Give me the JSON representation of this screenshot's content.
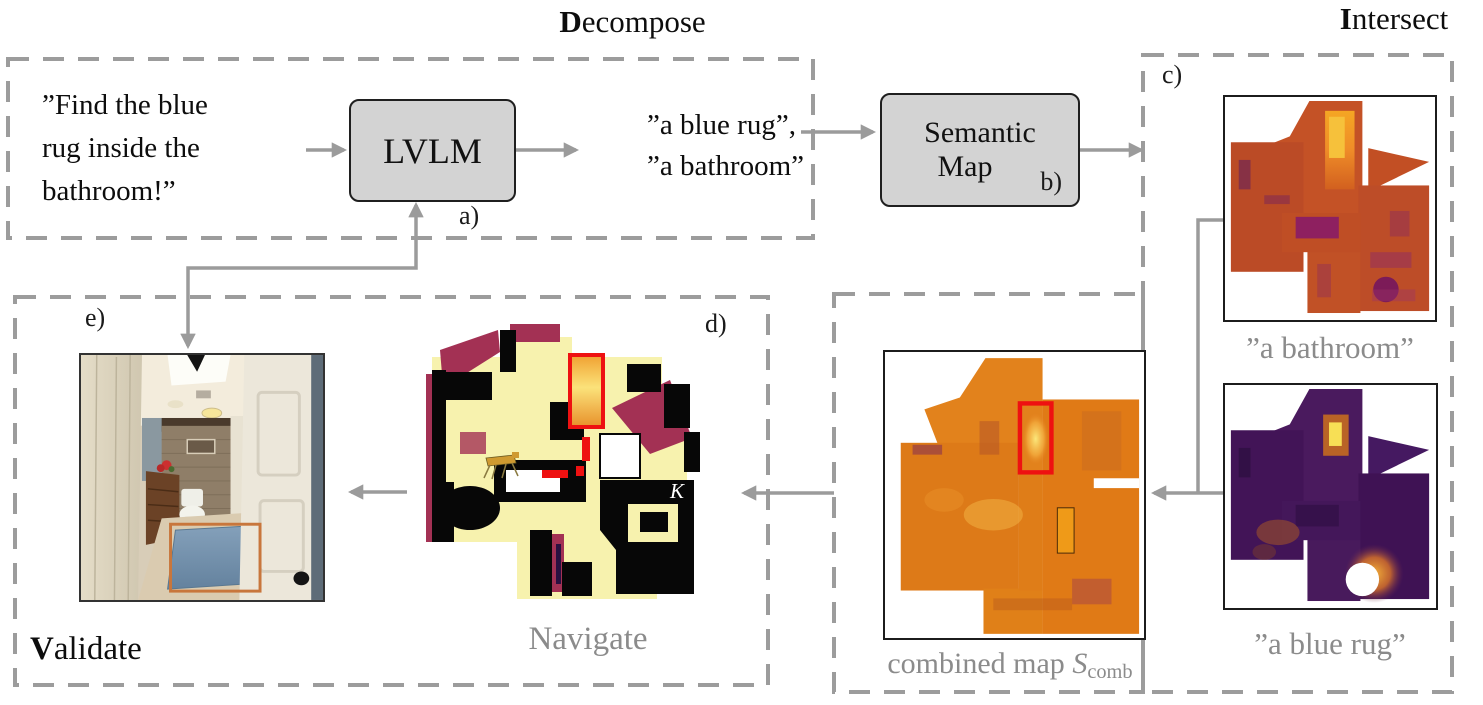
{
  "titles": {
    "decompose": {
      "lead": "D",
      "rest": "ecompose"
    },
    "intersect": {
      "lead": "I",
      "rest": "ntersect"
    },
    "validate": {
      "lead": "V",
      "rest": "alidate"
    }
  },
  "decompose": {
    "instruction": {
      "line1": "”Find the blue",
      "line2": "rug inside the",
      "line3": "bathroom!”"
    },
    "lvlm_box_label": "LVLM",
    "step_label": "a)",
    "output": {
      "line1": "”a blue rug”,",
      "line2": "”a bathroom”"
    }
  },
  "semantic_map_box": {
    "line1": "Semantic",
    "line2": "Map",
    "step_label": "b)"
  },
  "intersect_panel": {
    "step_label": "c)",
    "bathroom_map_caption": "”a bathroom”",
    "bluerug_map_caption": "”a blue rug”"
  },
  "combined_panel": {
    "caption_prefix": "combined map ",
    "caption_symbol": "S",
    "caption_sub": "comb"
  },
  "navigate_panel": {
    "step_label": "d)",
    "caption": "Navigate",
    "map_mark": "K"
  },
  "validate_panel": {
    "step_label": "e)"
  },
  "colors": {
    "arrow_gray": "#9b9b9b",
    "dashed_border_gray": "#9c9c9c",
    "process_box_fill": "#d3d3d3",
    "caption_gray": "#8b8b8b",
    "highlight_red": "#ee1111",
    "target_box_orange": "#c8763c",
    "nav_floor_cream": "#f7f2ae",
    "nav_wall_maroon": "#a33154",
    "heatmap_orange": "#e07818",
    "heatmap_purple": "#46175c",
    "rug_blue": "#7e9ab4"
  }
}
